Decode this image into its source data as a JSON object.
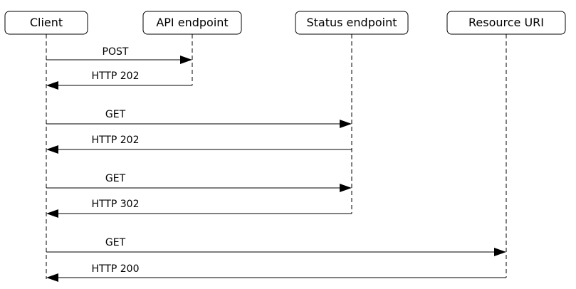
{
  "diagram": {
    "type": "sequence",
    "actors": [
      {
        "id": "client",
        "label": "Client"
      },
      {
        "id": "api",
        "label": "API endpoint"
      },
      {
        "id": "status",
        "label": "Status endpoint"
      },
      {
        "id": "resource",
        "label": "Resource URI"
      }
    ],
    "messages": [
      {
        "from": "client",
        "to": "api",
        "label": "POST"
      },
      {
        "from": "api",
        "to": "client",
        "label": "HTTP 202"
      },
      {
        "from": "client",
        "to": "status",
        "label": "GET"
      },
      {
        "from": "status",
        "to": "client",
        "label": "HTTP 202"
      },
      {
        "from": "client",
        "to": "status",
        "label": "GET"
      },
      {
        "from": "status",
        "to": "client",
        "label": "HTTP 302"
      },
      {
        "from": "client",
        "to": "resource",
        "label": "GET"
      },
      {
        "from": "resource",
        "to": "client",
        "label": "HTTP 200"
      }
    ]
  }
}
